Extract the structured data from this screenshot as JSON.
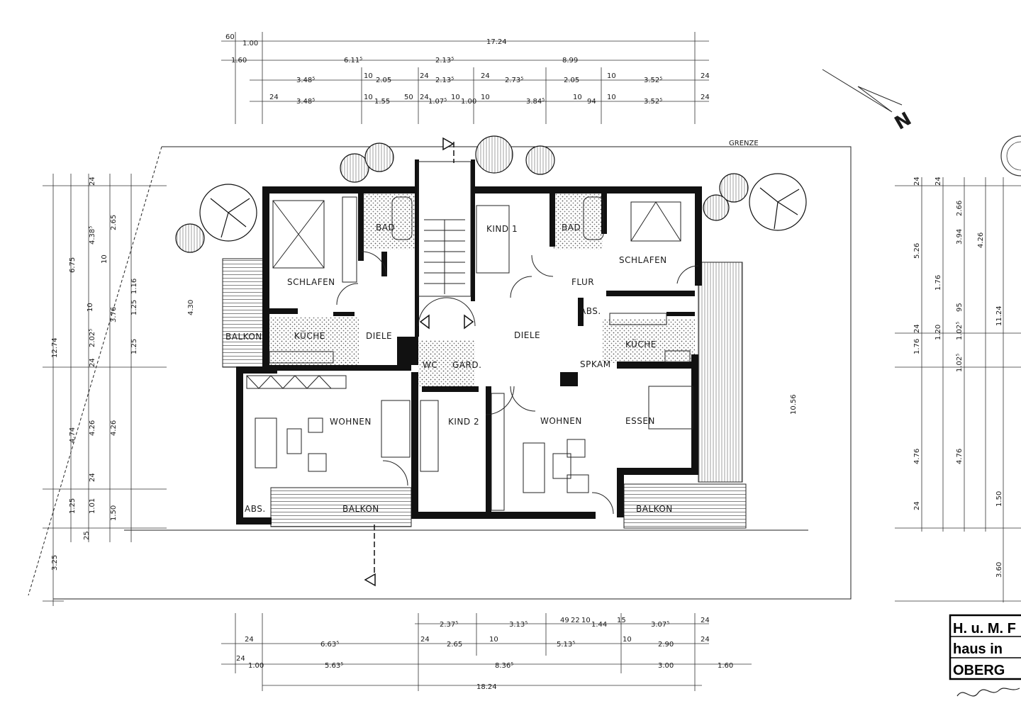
{
  "plan": {
    "north_label": "N",
    "boundary_label": "GRENZE",
    "rooms": {
      "schlafen_left": "SCHLAFEN",
      "bad_left": "BAD",
      "balkon_left": "BALKON",
      "kueche_left": "KÜCHE",
      "diele_left": "DIELE",
      "wohnen_left": "WOHNEN",
      "abs_left": "ABS.",
      "balkon_bottom_left": "BALKON",
      "kind1": "KIND 1",
      "bad_right": "BAD",
      "schlafen_right": "SCHLAFEN",
      "flur": "FLUR",
      "abs_right": "ABS.",
      "diele_right": "DIELE",
      "kueche_right": "KÜCHE",
      "spkam": "SPKAM",
      "wc": "WC",
      "gard": "GARD.",
      "kind2": "KIND 2",
      "wohnen_right": "WOHNEN",
      "essen": "ESSEN",
      "balkon_bottom_right": "BALKON"
    },
    "dims_top": {
      "r1_a": "60",
      "r1_b": "1.00",
      "r1_total": "17.24",
      "r2_a": "1.60",
      "r2_b": "6.11⁵",
      "r2_c": "2.13⁵",
      "r2_d": "8.99",
      "r3_a": "3.48⁵",
      "r3_b": "10",
      "r3_c": "2.05",
      "r3_d": "24",
      "r3_e": "2.13⁵",
      "r3_f": "24",
      "r3_g": "2.73⁵",
      "r3_h": "2.05",
      "r3_i": "10",
      "r3_j": "3.52⁵",
      "r3_k": "24",
      "r4_a": "24",
      "r4_b": "3.48⁵",
      "r4_c": "10",
      "r4_d": "1.55",
      "r4_e": "50",
      "r4_f": "24",
      "r4_g": "1.07⁵",
      "r4_h": "10",
      "r4_i": "1.00",
      "r4_j": "10",
      "r4_k": "3.84⁵",
      "r4_l": "10",
      "r4_m": "94",
      "r4_n": "10",
      "r4_o": "3.52⁵",
      "r4_p": "24"
    },
    "dims_left": {
      "total": "12.74",
      "a": "6.75",
      "b": "4.74",
      "c": "1.25",
      "d": "3.25",
      "e": "2.65",
      "f": "4.38⁵",
      "g": "3.76",
      "h": "2.02⁵",
      "i": "4.26",
      "j": "4.26",
      "k": "1.01",
      "l": "1.50",
      "m": "4.30",
      "n": "1.16",
      "o": "1.25",
      "p": "1.25",
      "q": "10",
      "r": "24",
      "s": "24",
      "t": "24",
      "u": "25",
      "v": "10"
    },
    "dims_bottom": {
      "r1_a": "2.37⁵",
      "r1_b": "3.13⁵",
      "r1_c": "49",
      "r1_d": "22",
      "r1_e": "10",
      "r1_f": "1.44",
      "r1_g": "15",
      "r1_h": "3.07⁵",
      "r1_i": "24",
      "r2_a": "24",
      "r2_b": "6.63⁵",
      "r2_c": "24",
      "r2_d": "2.65",
      "r2_e": "10",
      "r2_f": "5.13⁵",
      "r2_g": "10",
      "r2_h": "2.90",
      "r2_i": "24",
      "r3_a": "24",
      "r3_b": "1.00",
      "r3_c": "5.63⁵",
      "r3_d": "8.36⁵",
      "r3_e": "3.00",
      "r3_f": "1.60",
      "r4_total": "18.24"
    },
    "dims_right": {
      "a": "5.26",
      "b": "3.94",
      "c": "2.66",
      "d": "4.26",
      "e": "11.24",
      "f": "1.76",
      "g": "1.20",
      "h": "1.02⁵",
      "i": "1.76",
      "j": "1.02⁵",
      "k": "4.76",
      "l": "4.76",
      "m": "1.50",
      "n": "3.60",
      "o": "10.56",
      "p": "24",
      "q": "24",
      "r": "24",
      "s": "95",
      "t": "24"
    },
    "title_block": {
      "line1": "H. u. M. F",
      "line2": "haus in",
      "line3": "OBERG"
    },
    "signature": "Hans"
  }
}
